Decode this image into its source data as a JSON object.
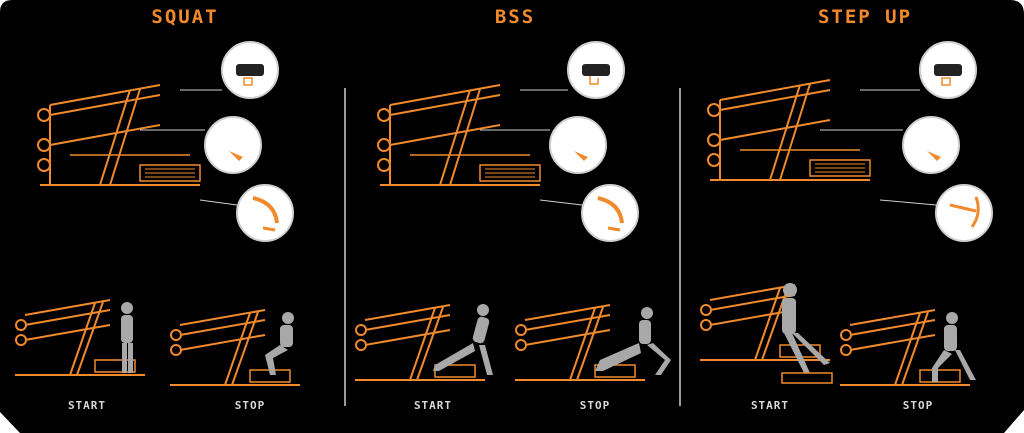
{
  "colors": {
    "background": "#000000",
    "accent": "#f08a2c",
    "figure": "#a8a8a8",
    "label": "#d8d8d8",
    "divider": "#9a9a9a"
  },
  "sections": [
    {
      "title": "SQUAT",
      "start_label": "START",
      "stop_label": "STOP"
    },
    {
      "title": "BSS",
      "start_label": "START",
      "stop_label": "STOP"
    },
    {
      "title": "STEP UP",
      "start_label": "START",
      "stop_label": "STOP"
    }
  ],
  "icons": [
    "lock-icon",
    "unlock-icon",
    "arrow-icon"
  ]
}
